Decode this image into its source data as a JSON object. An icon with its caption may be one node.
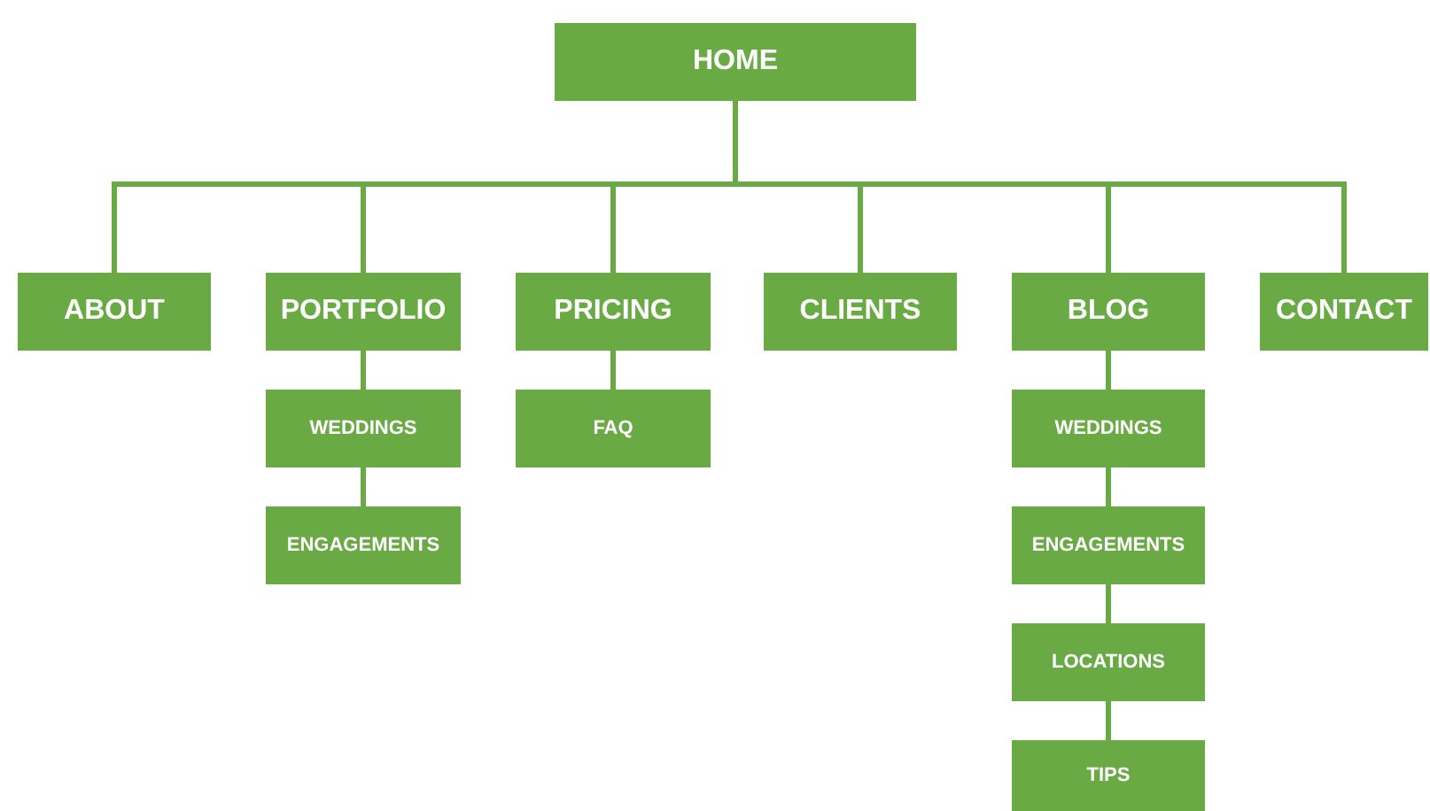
{
  "diagram": {
    "nodes": [
      {
        "text": [
          "HOME"
        ]
      },
      {
        "text": [
          "ABOUT"
        ]
      },
      {
        "text": [
          "PORTFOLIO"
        ]
      },
      {
        "text": [
          "PRICING"
        ]
      },
      {
        "text": [
          "CLIENTS"
        ]
      },
      {
        "text": [
          "BLOG"
        ]
      },
      {
        "text": [
          "CONTACT"
        ]
      },
      {
        "text": [
          "WEDDINGS"
        ]
      },
      {
        "text": [
          "ENGAGEMENTS"
        ]
      },
      {
        "text": [
          "FAQ"
        ]
      },
      {
        "text": [
          "WEDDINGS"
        ]
      },
      {
        "text": [
          "ENGAGEMENTS"
        ]
      },
      {
        "text": [
          "LOCATIONS"
        ]
      },
      {
        "text": [
          "TIPS"
        ]
      }
    ],
    "edges": [
      {
        "from": 0,
        "to": 1,
        "arrow": "none"
      },
      {
        "from": 0,
        "to": 2,
        "arrow": "none"
      },
      {
        "from": 0,
        "to": 3,
        "arrow": "none"
      },
      {
        "from": 0,
        "to": 4,
        "arrow": "none"
      },
      {
        "from": 0,
        "to": 5,
        "arrow": "none"
      },
      {
        "from": 0,
        "to": 6,
        "arrow": "none"
      },
      {
        "from": 2,
        "to": 7,
        "arrow": "none"
      },
      {
        "from": 7,
        "to": 8,
        "arrow": "none"
      },
      {
        "from": 3,
        "to": 9,
        "arrow": "none"
      },
      {
        "from": 5,
        "to": 10,
        "arrow": "none"
      },
      {
        "from": 10,
        "to": 11,
        "arrow": "none"
      },
      {
        "from": 11,
        "to": 12,
        "arrow": "none"
      },
      {
        "from": 12,
        "to": 13,
        "arrow": "none"
      }
    ]
  }
}
